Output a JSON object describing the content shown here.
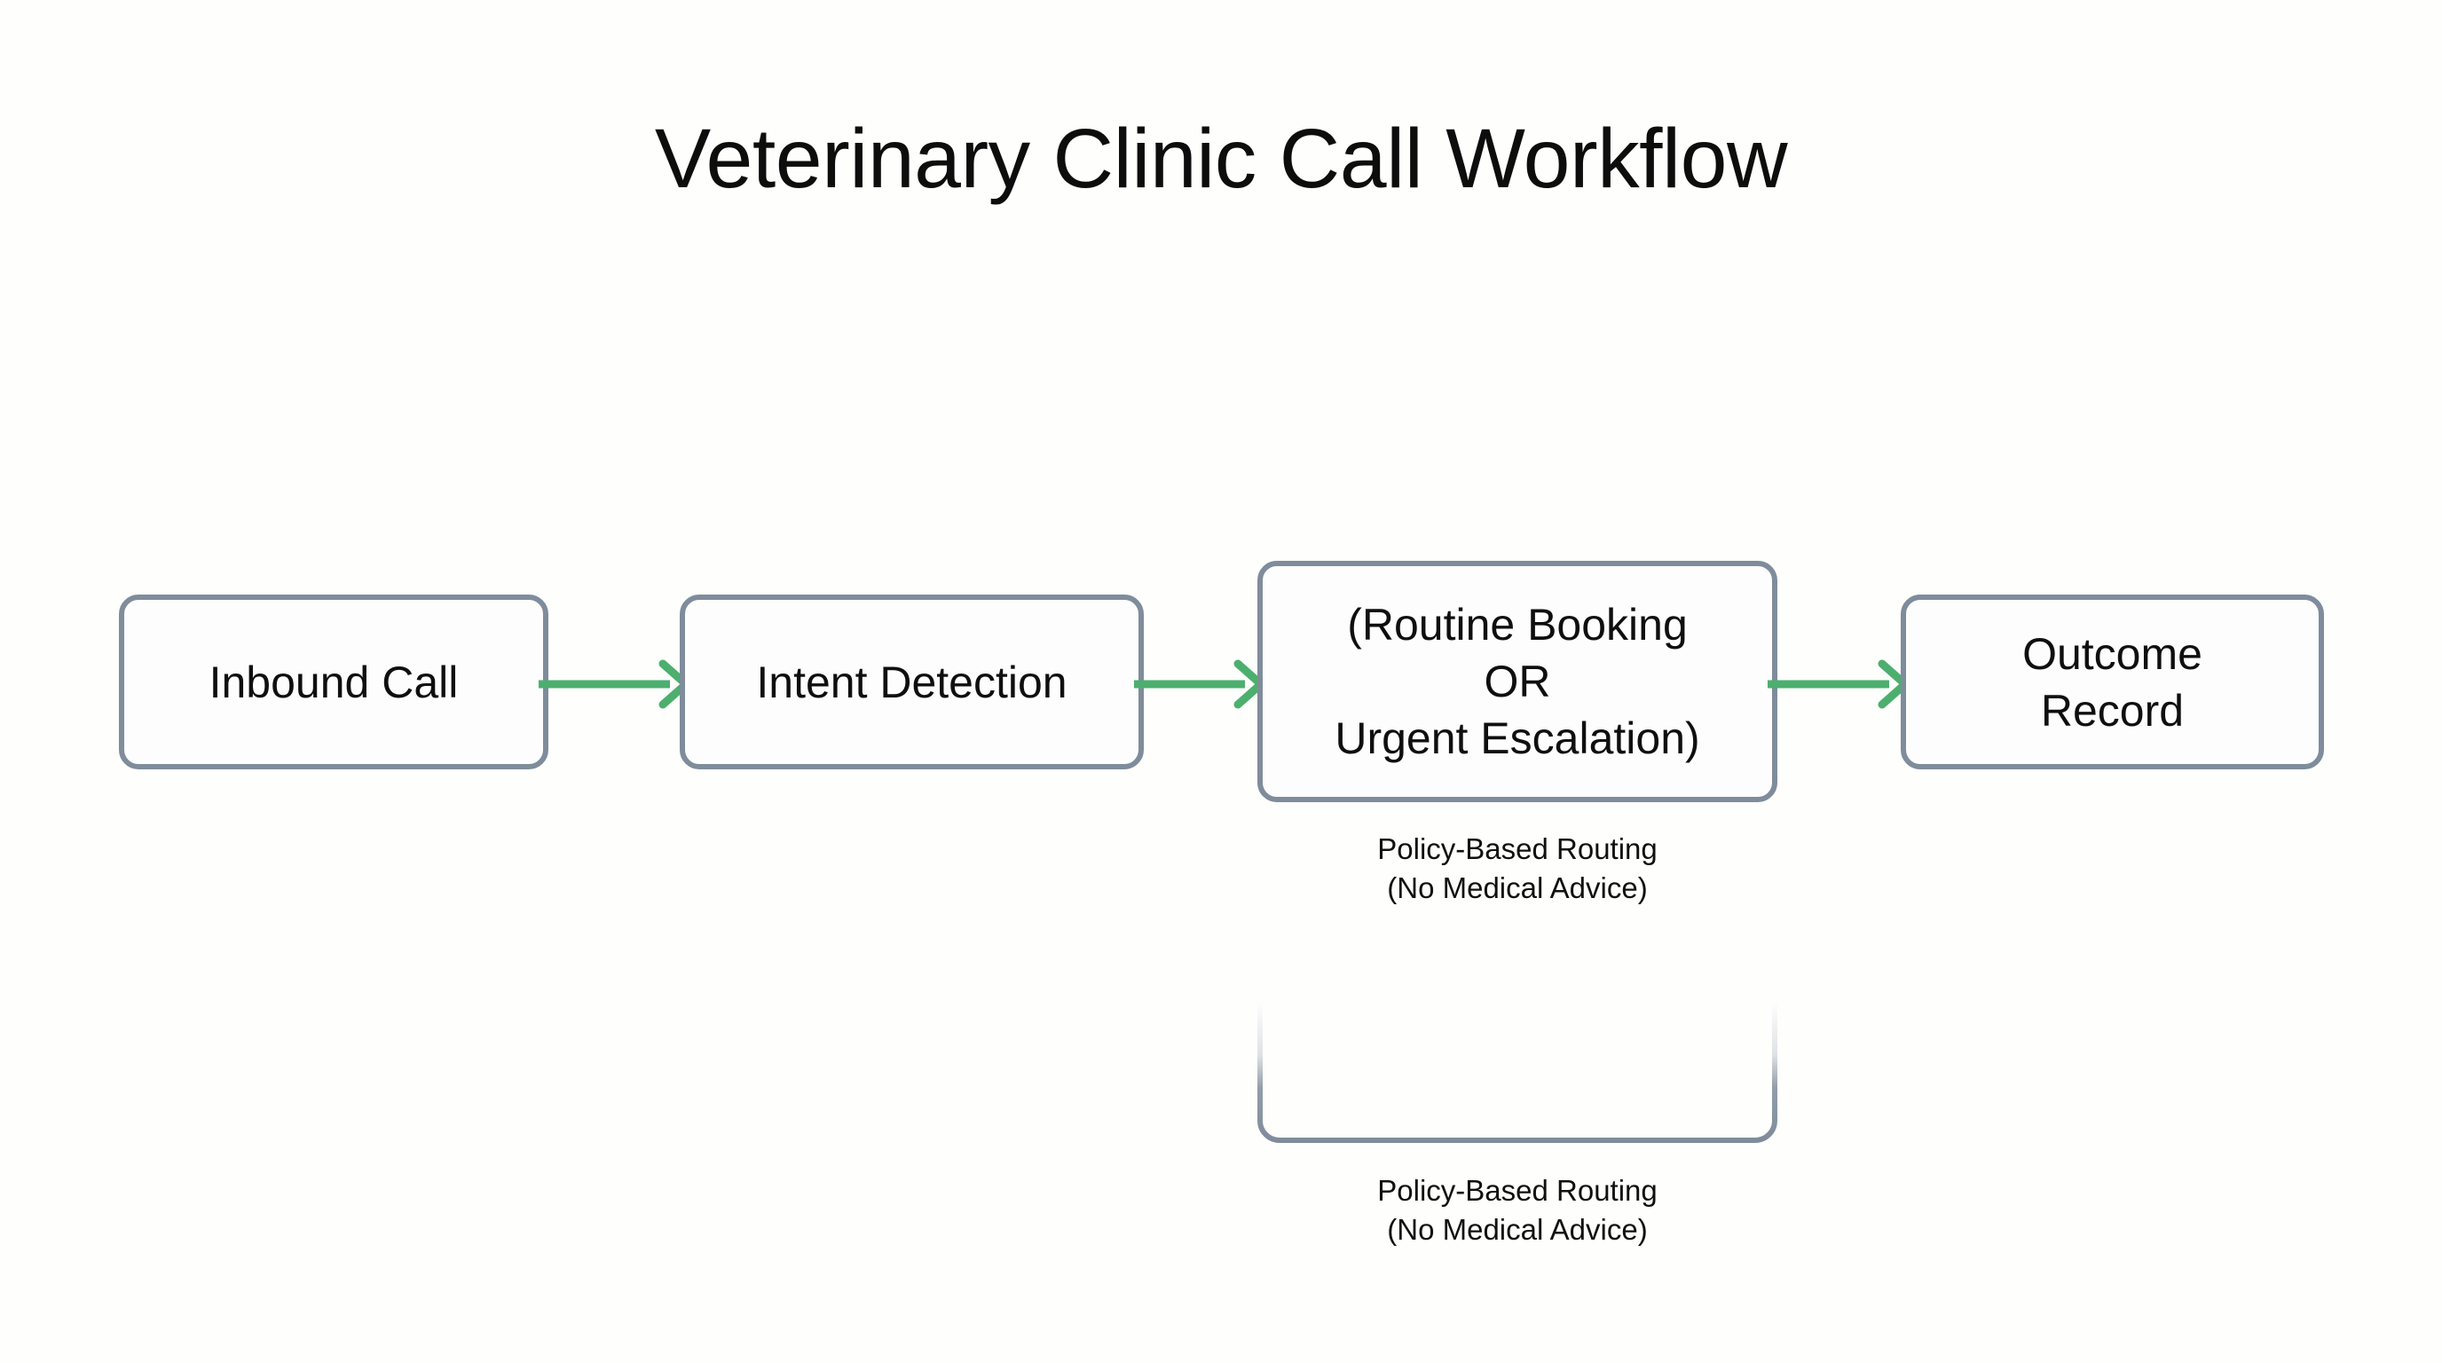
{
  "page": {
    "title": "Veterinary Clinic Call Workflow",
    "background_color": "#fefefd"
  },
  "theme": {
    "node_border_color": "#7f8c9b",
    "node_fill_color": "#fdfdfd",
    "arrow_color": "#4caf6e",
    "text_color": "#0f0f0f"
  },
  "diagram": {
    "type": "flowchart",
    "orientation": "left-to-right",
    "nodes": [
      {
        "id": "inbound-call",
        "label": "Inbound Call"
      },
      {
        "id": "intent-detection",
        "label": "Intent Detection"
      },
      {
        "id": "routing-decision",
        "label": "(Routine Booking\nOR\nUrgent Escalation)"
      },
      {
        "id": "outcome-record",
        "label": "Outcome\nRecord"
      }
    ],
    "edges": [
      {
        "id": "edge-1",
        "from": "inbound-call",
        "to": "intent-detection",
        "style": "arrow",
        "color": "#4caf6e"
      },
      {
        "id": "edge-2",
        "from": "intent-detection",
        "to": "routing-decision",
        "style": "arrow",
        "color": "#4caf6e"
      },
      {
        "id": "edge-3",
        "from": "routing-decision",
        "to": "outcome-record",
        "style": "arrow",
        "color": "#4caf6e"
      }
    ],
    "captions": [
      {
        "id": "routing-primary",
        "attached_to": "routing-decision",
        "text": "Policy-Based Routing\n(No Medical Advice)"
      },
      {
        "id": "routing-secondary",
        "attached_to": "routing-ghost",
        "text": "Policy-Based Routing\n(No Medical Advice)"
      }
    ],
    "ghost_node": {
      "id": "routing-ghost",
      "description": "clipped duplicate node, only bottom edge visible, sides fade out upward"
    }
  }
}
